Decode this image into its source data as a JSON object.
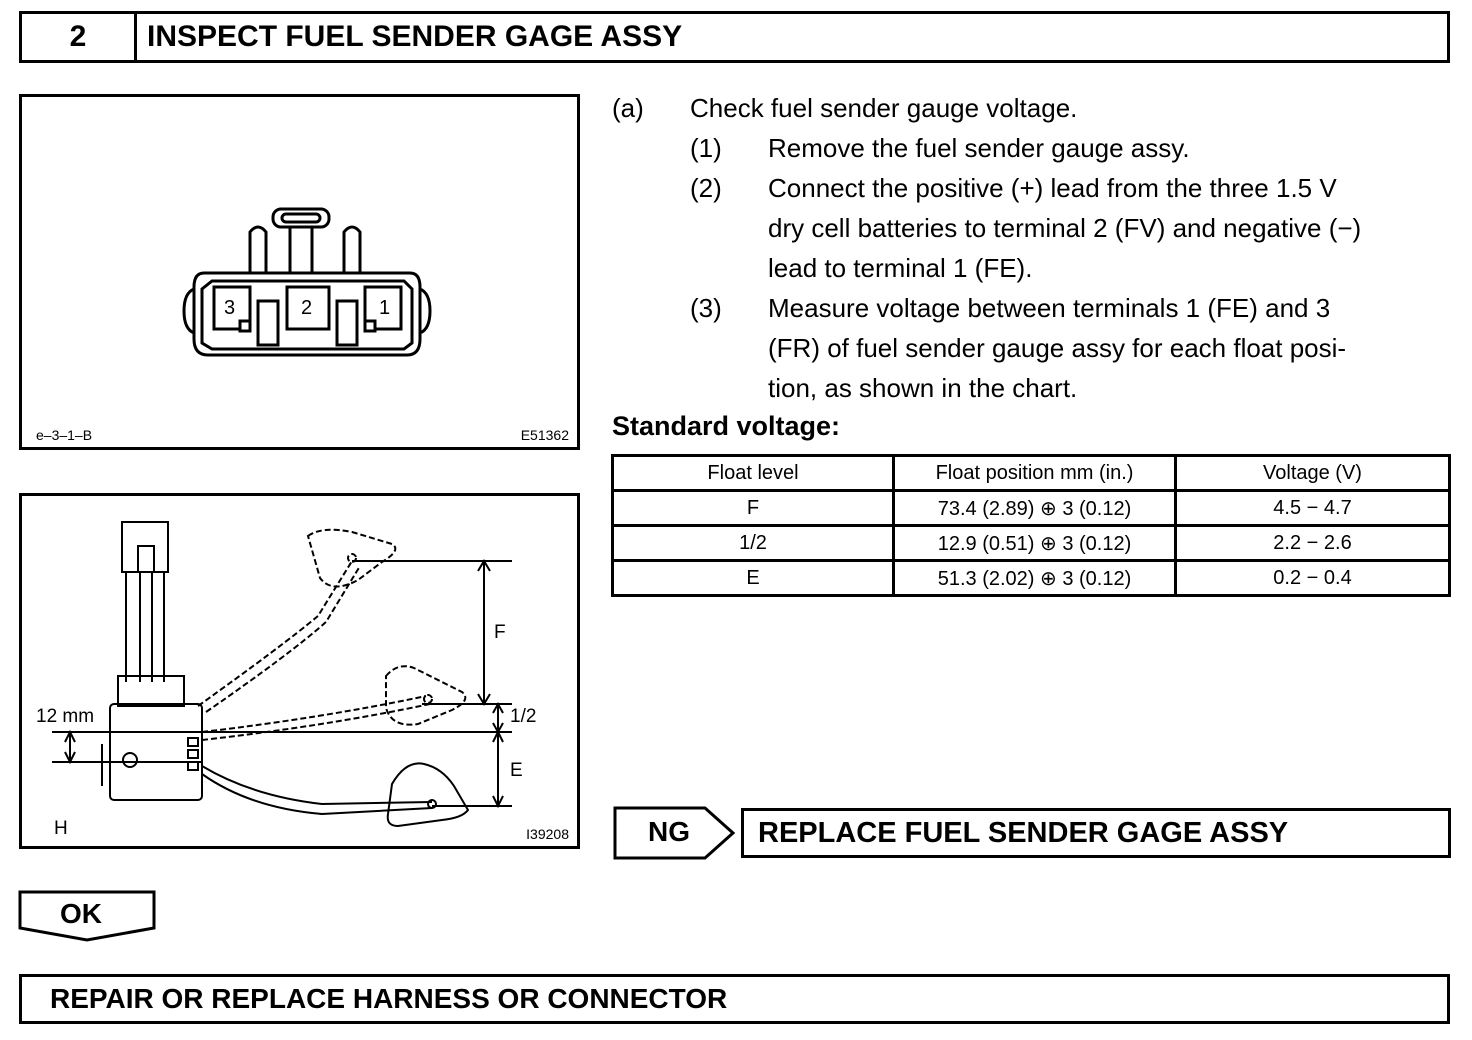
{
  "header": {
    "step_number": "2",
    "title": "INSPECT FUEL SENDER GAGE ASSY"
  },
  "figure1": {
    "terminal_labels": [
      "3",
      "2",
      "1"
    ],
    "caption_left": "e–3–1–B",
    "caption_right": "E51362"
  },
  "figure2": {
    "label_12mm": "12 mm",
    "label_f": "F",
    "label_half": "1/2",
    "label_e": "E",
    "label_h": "H",
    "caption_right": "I39208"
  },
  "instructions": {
    "a_label": "(a)",
    "a_text": "Check fuel sender gauge voltage.",
    "steps": [
      {
        "label": "(1)",
        "lines": [
          "Remove the fuel sender gauge assy."
        ]
      },
      {
        "label": "(2)",
        "lines": [
          "Connect the positive (+) lead from the three 1.5 V",
          "dry cell batteries to terminal 2 (FV) and negative (−)",
          "lead to terminal 1 (FE)."
        ]
      },
      {
        "label": "(3)",
        "lines": [
          "Measure voltage between terminals 1 (FE) and 3",
          "(FR) of fuel sender gauge assy for each float posi-",
          "tion, as shown in the chart."
        ]
      }
    ],
    "standard_label": "Standard voltage:"
  },
  "table": {
    "headers": [
      "Float level",
      "Float position mm (in.)",
      "Voltage (V)"
    ],
    "rows": [
      [
        "F",
        "73.4 (2.89) ⊕ 3 (0.12)",
        "4.5 − 4.7"
      ],
      [
        "1/2",
        "12.9 (0.51) ⊕ 3 (0.12)",
        "2.2 − 2.6"
      ],
      [
        "E",
        "51.3 (2.02) ⊕ 3 (0.12)",
        "0.2 − 0.4"
      ]
    ]
  },
  "ng": {
    "tag": "NG",
    "action": "REPLACE FUEL SENDER GAGE ASSY"
  },
  "ok": {
    "tag": "OK"
  },
  "result": {
    "action": "REPAIR OR REPLACE HARNESS OR CONNECTOR"
  }
}
